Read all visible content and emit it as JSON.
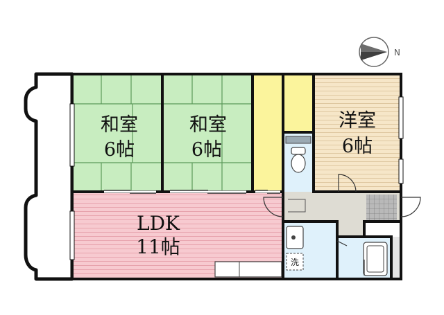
{
  "compass": {
    "label": "N",
    "direction_icon": "compass-north-east-icon"
  },
  "rooms": {
    "washitsu_1": {
      "name": "和室",
      "size": "6帖",
      "color": "#c8edc0"
    },
    "washitsu_2": {
      "name": "和室",
      "size": "6帖",
      "color": "#c8edc0"
    },
    "yoshitsu": {
      "name": "洋室",
      "size": "6帖",
      "color": "#f6e6c8"
    },
    "ldk": {
      "name": "LDK",
      "size": "11帖",
      "color": "#f7cad0"
    },
    "washer": {
      "label": "洗"
    }
  },
  "colors": {
    "closet": "#fbf49c",
    "wet_area": "#dff1fb",
    "entrance": "#dedcd3",
    "balcony": "#ffffff",
    "wall": "#111111"
  }
}
